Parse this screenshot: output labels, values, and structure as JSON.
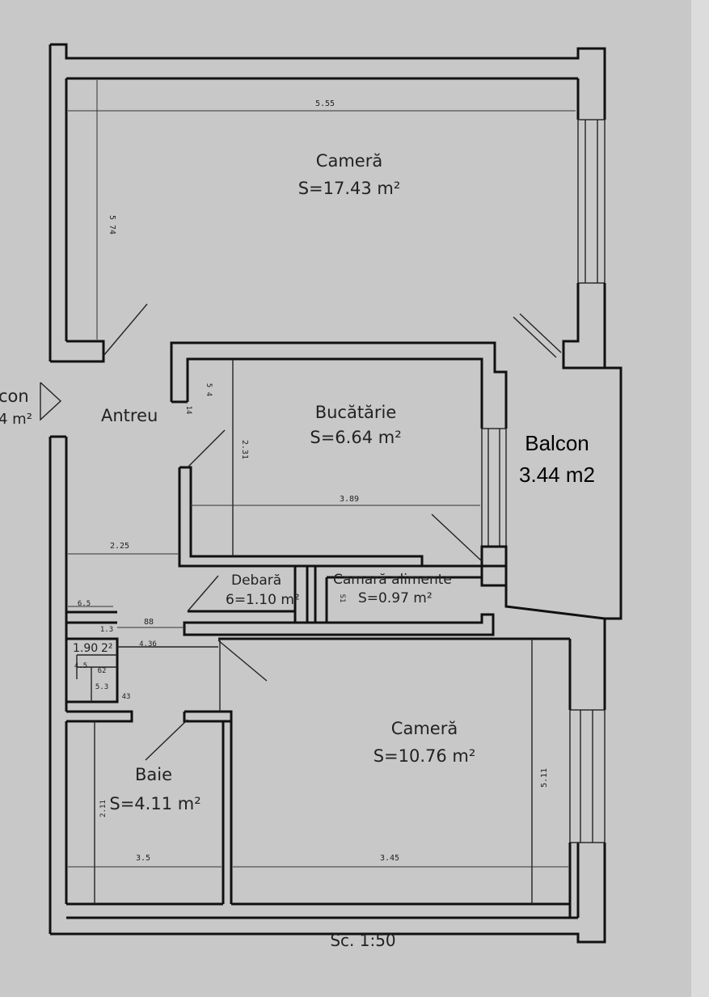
{
  "rooms": {
    "camera_top": {
      "name": "Cameră",
      "area": "S=17.43 m²"
    },
    "bucatarie": {
      "name": "Bucătărie",
      "area": "S=6.64 m²"
    },
    "antreu": {
      "name": "Antreu"
    },
    "debara": {
      "name": "Debară",
      "area": "6=1.10 m²"
    },
    "camara": {
      "name": "Camară alimente",
      "area": "S=0.97 m²"
    },
    "camera_bottom": {
      "name": "Cameră",
      "area": "S=10.76 m²"
    },
    "baie": {
      "name": "Baie",
      "area": "S=4.11 m²"
    },
    "balcon_right": {
      "name": "Balcon",
      "area": "3.44 m2"
    },
    "balcon_left": {
      "name": "con",
      "area": "4 m²"
    }
  },
  "dimensions": {
    "top_width": "5.55",
    "top_height": "5 74",
    "kitchen_height": "2.31",
    "kitchen_width": "3.89",
    "hall_width": "2.25",
    "d_6_5": "6.5",
    "d_88": "88",
    "d_13": "1.3",
    "d_436": "4.36",
    "d_1902": "1.90",
    "d_2_sup": "2²",
    "d_45": "4.5",
    "d_62": "62",
    "d_53": "5.3",
    "d_43": "43",
    "d_54": "5 4",
    "bath_height": "2.11",
    "bath_width": "3.5",
    "bottom_width": "3.45",
    "bottom_height": "5.11",
    "d_14": "14",
    "d_s1": "S1"
  },
  "scale": "Sc. 1:50"
}
